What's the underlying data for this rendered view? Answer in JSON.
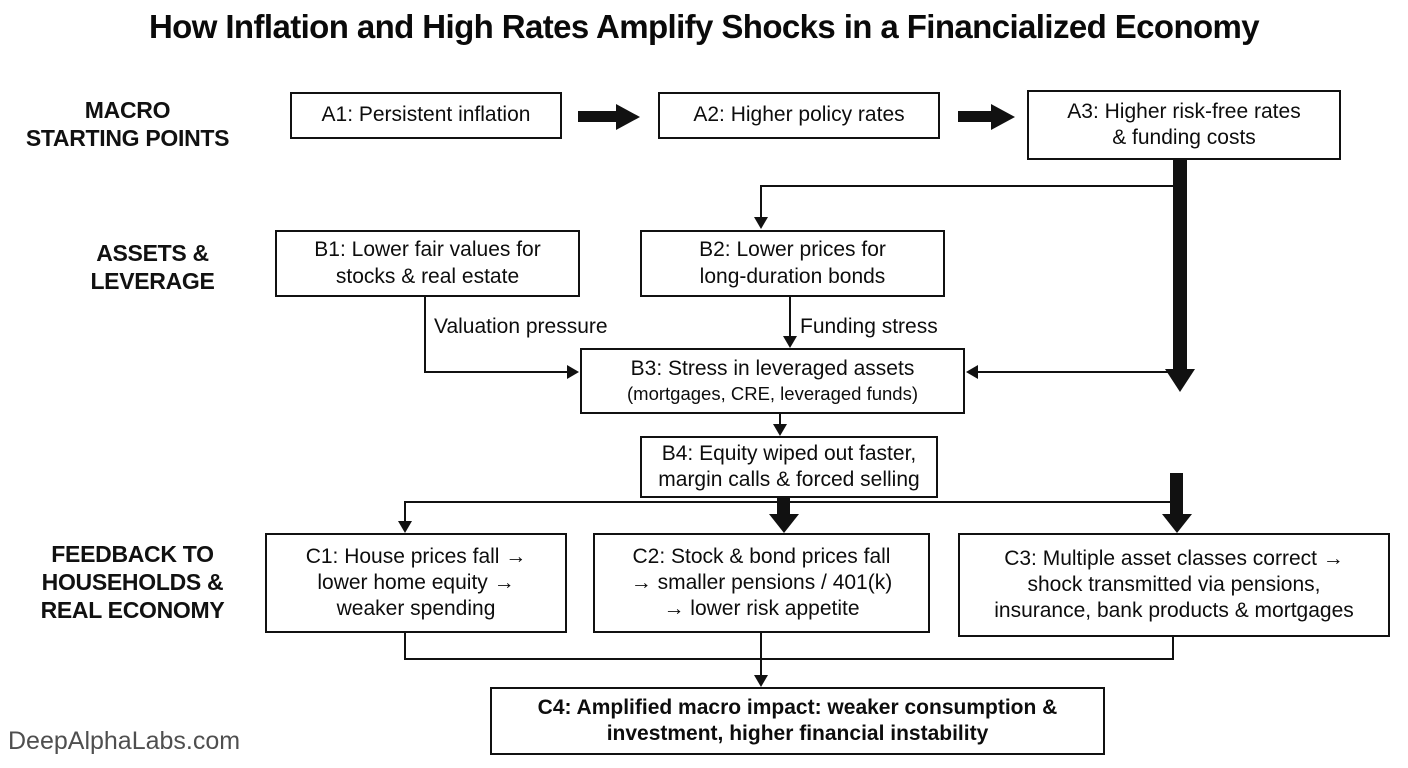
{
  "title": "How Inflation and High Rates Amplify Shocks in a Financialized Economy",
  "watermark": "DeepAlphaLabs.com",
  "row_labels": {
    "macro": "MACRO\nSTARTING POINTS",
    "assets": "ASSETS &\nLEVERAGE",
    "feedback": "FEEDBACK TO\nHOUSEHOLDS &\nREAL ECONOMY"
  },
  "nodes": {
    "a1": {
      "label": "A1: Persistent inflation"
    },
    "a2": {
      "label": "A2: Higher policy rates"
    },
    "a3": {
      "label": "A3: Higher risk-free rates\n& funding costs"
    },
    "b1": {
      "label": "B1: Lower fair values for\nstocks & real estate"
    },
    "b2": {
      "label": "B2: Lower prices for\nlong-duration bonds"
    },
    "b3": {
      "label": "B3: Stress in leveraged assets",
      "sublabel": "(mortgages, CRE, leveraged funds)"
    },
    "b4": {
      "label": "B4: Equity wiped out faster,\nmargin calls & forced selling"
    },
    "c1": {
      "label": "C1: House prices fall →\nlower home equity →\nweaker spending"
    },
    "c2": {
      "label": "C2: Stock & bond prices fall\n→ smaller pensions / 401(k)\n→ lower risk appetite"
    },
    "c3": {
      "label": "C3: Multiple asset classes correct →\nshock transmitted via pensions,\ninsurance, bank products & mortgages"
    },
    "c4": {
      "label": "C4: Amplified macro impact: weaker consumption &\ninvestment, higher financial instability"
    }
  },
  "edge_labels": {
    "valuation": "Valuation pressure",
    "funding": "Funding stress"
  },
  "colors": {
    "ink": "#111111",
    "background": "#ffffff",
    "watermark": "#4f4f4f"
  }
}
